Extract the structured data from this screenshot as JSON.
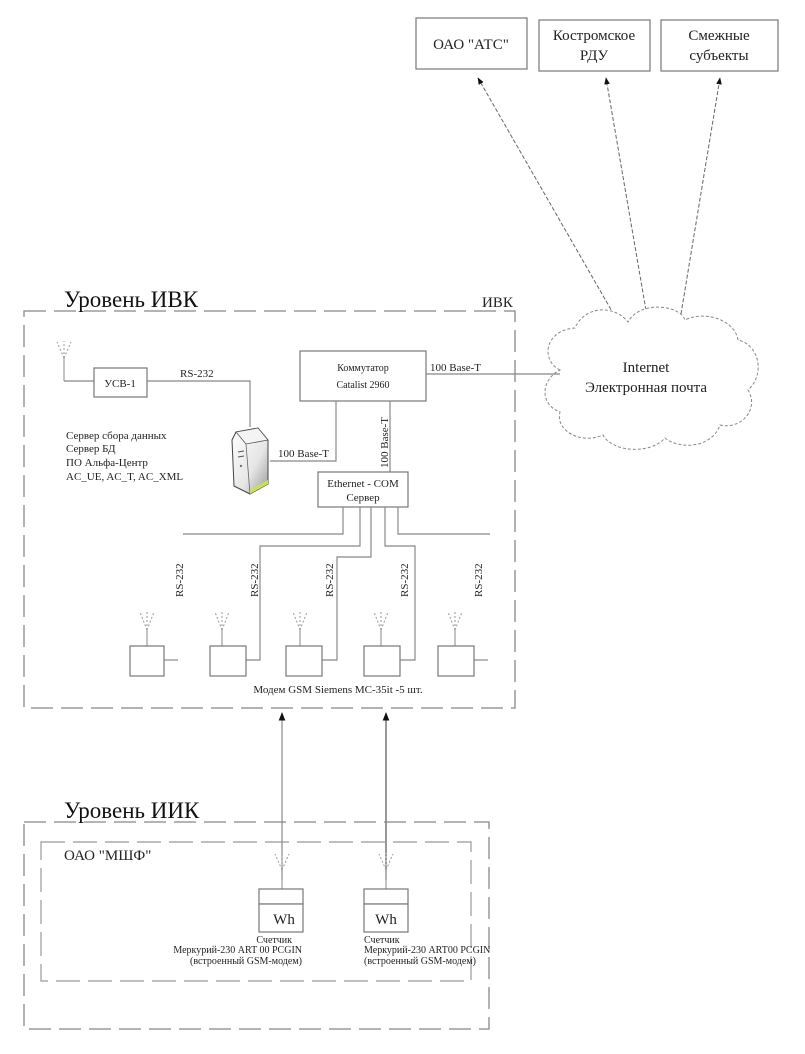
{
  "external": {
    "ats": "ОАО \"АТС\"",
    "rdu_line1": "Костромское",
    "rdu_line2": "РДУ",
    "neighbors_line1": "Смежные",
    "neighbors_line2": "субъекты"
  },
  "cloud": {
    "line1": "Internet",
    "line2": "Электронная почта"
  },
  "ivk": {
    "title": "Уровень ИВК",
    "corner_label": "ИВК",
    "usv": "УСВ-1",
    "usv_link": "RS-232",
    "switch_line1": "Коммутатор",
    "switch_line2": "Catalist 2960",
    "uplink": "100 Base-T",
    "server_link": "100 Base-T",
    "eth_link": "100 Base-T",
    "server_desc": [
      "Сервер сбора данных",
      "Сервер БД",
      "ПО Альфа-Центр",
      "AC_UE, AC_T, AC_XML"
    ],
    "eth_com_line1": "Ethernet - COM",
    "eth_com_line2": "Сервер",
    "modem_links": [
      "RS-232",
      "RS-232",
      "RS-232",
      "RS-232",
      "RS-232"
    ],
    "modems_caption": "Модем GSM Siemens MC-35it -5 шт."
  },
  "iik": {
    "title": "Уровень ИИК",
    "org": "ОАО \"МШФ\"",
    "meters": [
      {
        "symbol": "Wh",
        "line1": "Счетчик",
        "line2": "Меркурий-230 ART 00 PCGIN",
        "line3": "(встроенный GSM-модем)"
      },
      {
        "symbol": "Wh",
        "line1": "Счетчик",
        "line2": "Меркурий-230 ART00 PCGIN",
        "line3": "(встроенный GSM-модем)"
      }
    ]
  }
}
